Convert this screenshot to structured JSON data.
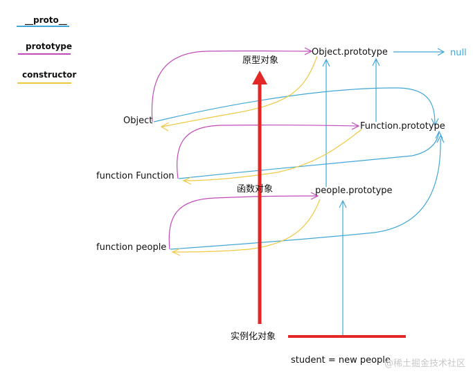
{
  "legend": [
    {
      "label": "__proto__",
      "color": "#41a6d6"
    },
    {
      "label": "prototype",
      "color": "#c149b8"
    },
    {
      "label": "constructor",
      "color": "#f0c840"
    }
  ],
  "nodes": {
    "object_prototype": "Object.prototype",
    "null": "null",
    "prototype_objects": "原型对象",
    "object": "Object",
    "function_prototype": "Function.prototype",
    "function_function": "function Function",
    "function_objects": "函数对象",
    "people_prototype": "people.prototype",
    "function_people": "function people",
    "instance_objects": "实例化对象",
    "student": "student = new people"
  },
  "watermark": "@稀土掘金技术社区",
  "colors": {
    "proto": "#41a6d6",
    "prototype": "#c149b8",
    "constructor": "#f0c840",
    "emphasis": "#e32626"
  }
}
